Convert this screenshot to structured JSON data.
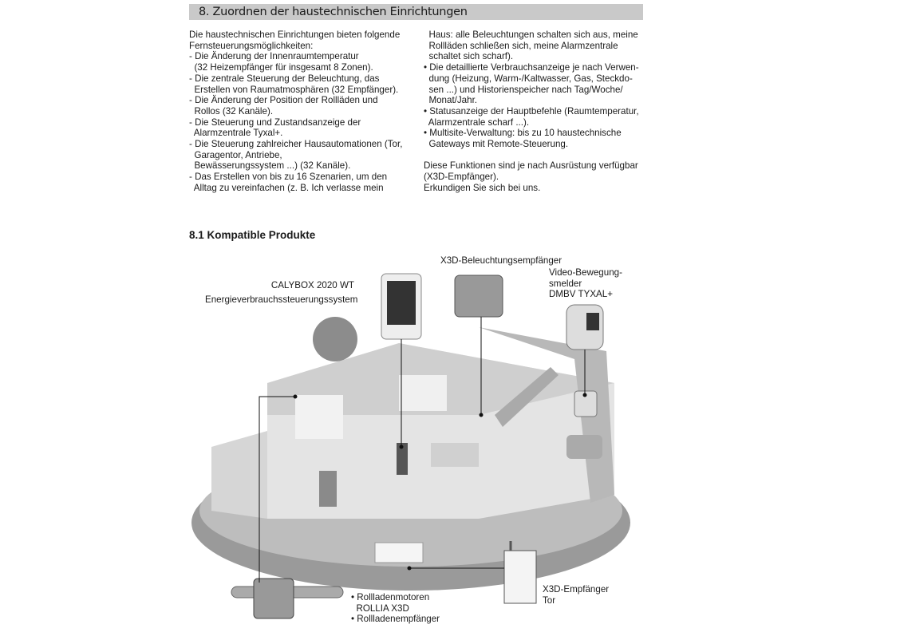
{
  "section": {
    "title": "8. Zuordnen der haustechnischen Einrichtungen"
  },
  "left_column": [
    "Die haustechnischen Einrichtungen bieten folgende",
    "Fernsteuerungsmöglichkeiten:",
    "- Die Änderung der Innenraumtemperatur",
    "  (32 Heizempfänger für insgesamt 8 Zonen).",
    "- Die zentrale Steuerung der Beleuchtung, das",
    "  Erstellen von Raumatmosphären (32 Empfänger).",
    "- Die Änderung der Position der Rollläden und",
    "  Rollos (32 Kanäle).",
    "- Die Steuerung und Zustandsanzeige der",
    "  Alarmzentrale Tyxal+.",
    "- Die Steuerung zahlreicher Hausautomationen (Tor,",
    "  Garagentor, Antriebe,",
    "  Bewässerungssystem ...) (32 Kanäle).",
    "- Das Erstellen von bis zu 16 Szenarien, um den",
    "  Alltag zu vereinfachen (z. B. Ich verlasse mein"
  ],
  "right_column": [
    "  Haus: alle Beleuchtungen schalten sich aus, meine",
    "  Rollläden schließen sich, meine Alarmzentrale",
    "  schaltet sich scharf).",
    "• Die detaillierte Verbrauchsanzeige je nach Verwen-",
    "  dung (Heizung, Warm-/Kaltwasser, Gas, Steckdo-",
    "  sen ...) und Historienspeicher nach Tag/Woche/",
    "  Monat/Jahr.",
    "• Statusanzeige der Hauptbefehle (Raumtemperatur,",
    "  Alarmzentrale scharf ...).",
    "• Multisite-Verwaltung: bis zu 10 haustechnische",
    "  Gateways mit Remote-Steuerung.",
    "",
    "Diese Funktionen sind je nach Ausrüstung verfügbar",
    "(X3D-Empfänger).",
    "Erkundigen Sie sich bei uns."
  ],
  "subsection": {
    "title": "8.1 Kompatible Produkte"
  },
  "labels": {
    "lighting": "X3D-Beleuchtungsempfänger",
    "calybox": "CALYBOX 2020 WT",
    "calybox_desc": "Energieverbrauchssteuerungssystem",
    "video": "Video-Bewegung-\nsmelder\nDMBV TYXAL+",
    "gate": "X3D-Empfänger\nTor",
    "shutter": "• Rollladenmotoren\n  ROLLIA X3D\n• Rollladenempfänger"
  }
}
